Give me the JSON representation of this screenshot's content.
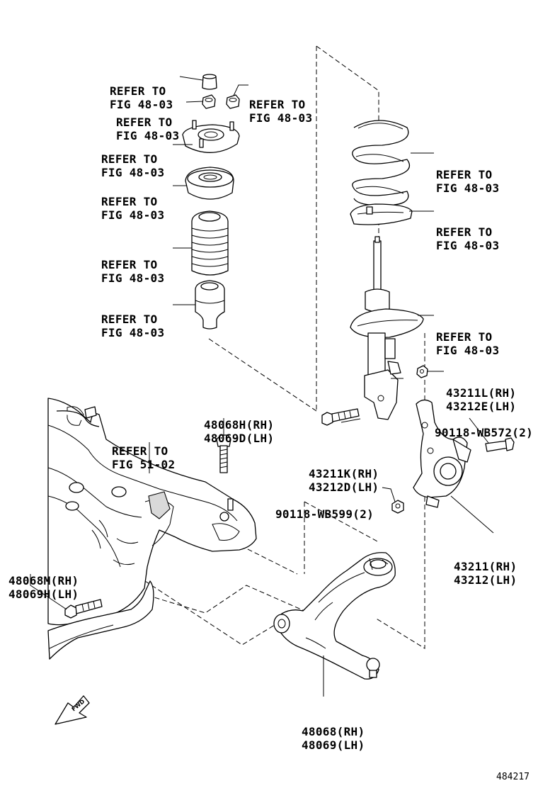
{
  "labels": {
    "refer_cap": [
      "REFER TO",
      "FIG 48-03"
    ],
    "refer_nut_left": [
      "REFER TO",
      "FIG 48-03"
    ],
    "refer_nut_right": [
      "REFER TO",
      "FIG 48-03"
    ],
    "refer_support": [
      "REFER TO",
      "FIG 48-03"
    ],
    "refer_bearing": [
      "REFER TO",
      "FIG 48-03"
    ],
    "refer_boot": [
      "REFER TO",
      "FIG 48-03"
    ],
    "refer_bumper": [
      "REFER TO",
      "FIG 48-03"
    ],
    "refer_spring": [
      "REFER TO",
      "FIG 48-03"
    ],
    "refer_insulator": [
      "REFER TO",
      "FIG 48-03"
    ],
    "refer_strut": [
      "REFER TO",
      "FIG 48-03"
    ],
    "refer_crossmember": [
      "REFER TO",
      "FIG 51-02"
    ],
    "bolt_48068H": [
      "48068H(RH)",
      "48069D(LH)"
    ],
    "nut_43211L": [
      "43211L(RH)",
      "43212E(LH)"
    ],
    "bolt_90118_572": [
      "90118-WB572(2)"
    ],
    "bolt_43211K": [
      "43211K(RH)",
      "43212D(LH)"
    ],
    "nut_90118_599": [
      "90118-WB599(2)"
    ],
    "knuckle_43211": [
      "43211(RH)",
      "43212(LH)"
    ],
    "bolt_48068M": [
      "48068M(RH)",
      "48069H(LH)"
    ],
    "arm_48068": [
      "48068(RH)",
      "48069(LH)"
    ],
    "fwd_arrow": "FWD"
  },
  "figure_number": "484217",
  "icons": [
    "front-arrow-icon"
  ]
}
